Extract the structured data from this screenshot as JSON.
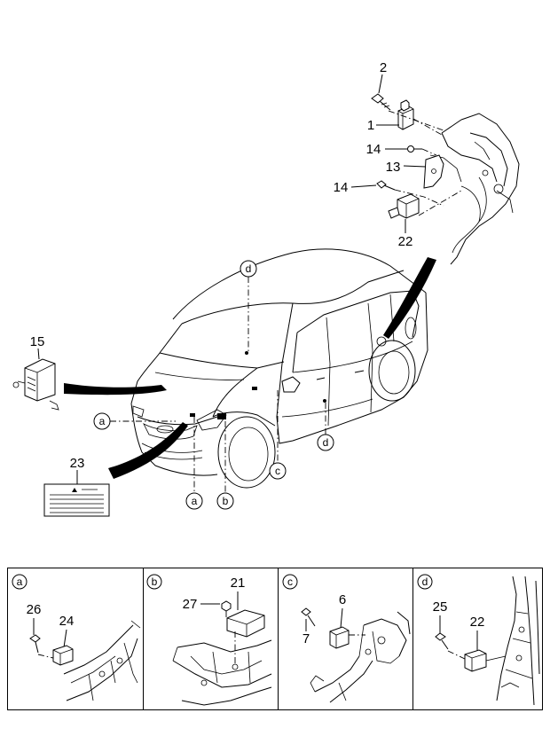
{
  "main_callouts": [
    {
      "id": "c2",
      "text": "2"
    },
    {
      "id": "c1",
      "text": "1"
    },
    {
      "id": "c14a",
      "text": "14"
    },
    {
      "id": "c13",
      "text": "13"
    },
    {
      "id": "c14b",
      "text": "14"
    },
    {
      "id": "c22",
      "text": "22"
    },
    {
      "id": "c15",
      "text": "15"
    },
    {
      "id": "c23",
      "text": "23"
    }
  ],
  "location_markers": [
    {
      "id": "m_d_top",
      "text": "d"
    },
    {
      "id": "m_a_left",
      "text": "a"
    },
    {
      "id": "m_a_bottom",
      "text": "a"
    },
    {
      "id": "m_b_bottom",
      "text": "b"
    },
    {
      "id": "m_c_bottom",
      "text": "c"
    },
    {
      "id": "m_d_door",
      "text": "d"
    }
  ],
  "detail_panels": [
    {
      "id": "a",
      "marker": "a",
      "callouts": [
        "26",
        "24"
      ]
    },
    {
      "id": "b",
      "marker": "b",
      "callouts": [
        "27",
        "21"
      ]
    },
    {
      "id": "c",
      "marker": "c",
      "callouts": [
        "6",
        "7"
      ]
    },
    {
      "id": "d",
      "marker": "d",
      "callouts": [
        "25",
        "22"
      ]
    }
  ]
}
